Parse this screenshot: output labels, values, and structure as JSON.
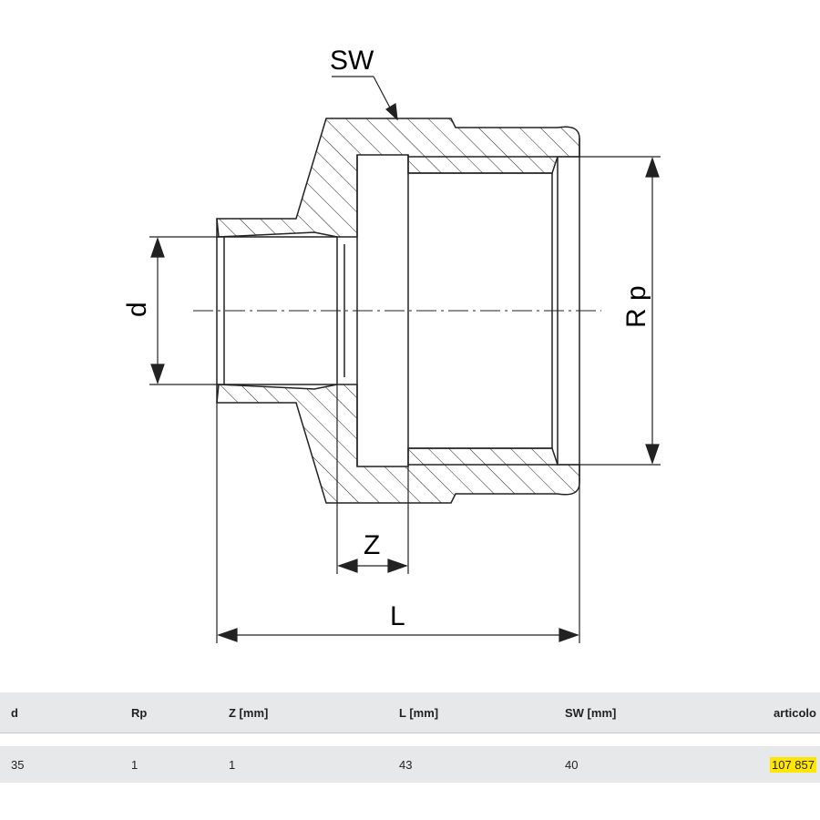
{
  "drawing": {
    "labels": {
      "sw": "SW",
      "d": "d",
      "rp": "R p",
      "z": "Z",
      "l": "L"
    }
  },
  "table": {
    "headers": [
      "d",
      "Rp",
      "Z [mm]",
      "L [mm]",
      "SW [mm]",
      "articolo"
    ],
    "rows": [
      [
        "35",
        "1",
        "1",
        "43",
        "40",
        "107 857"
      ]
    ],
    "highlight_color": "#ffe600"
  }
}
